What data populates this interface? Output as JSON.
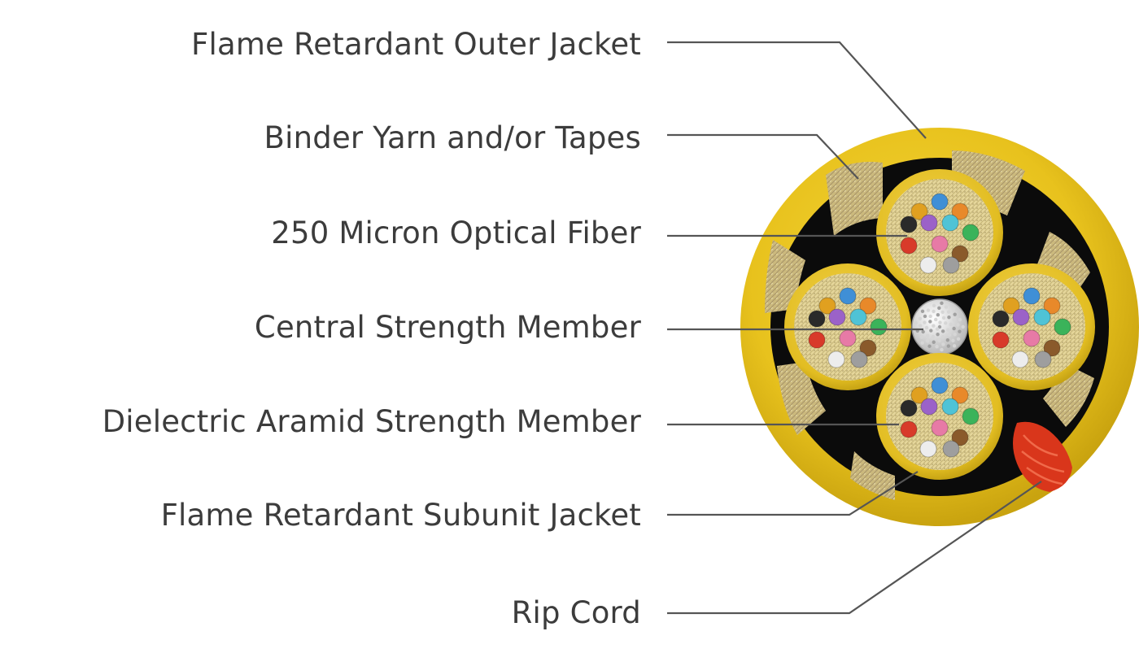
{
  "diagram": {
    "labels": [
      {
        "id": "outer-jacket",
        "text": "Flame Retardant Outer Jacket"
      },
      {
        "id": "binder-yarn",
        "text": "Binder Yarn and/or Tapes"
      },
      {
        "id": "optical-fiber",
        "text": "250 Micron Optical Fiber"
      },
      {
        "id": "central-strength",
        "text": "Central Strength Member"
      },
      {
        "id": "aramid",
        "text": "Dielectric Aramid Strength Member"
      },
      {
        "id": "subunit-jacket",
        "text": "Flame Retardant Subunit Jacket"
      },
      {
        "id": "rip-cord",
        "text": "Rip Cord"
      }
    ]
  },
  "colors": {
    "jacket": "#e8c21d",
    "jacket_dark": "#c9a30f",
    "cavity": "#0b0b0b",
    "yarn": "#c9b77a",
    "leader": "#555555",
    "text": "#3c3c3c",
    "rip_cord": "#d9361b"
  },
  "fiber_colors": [
    "#3f8fd6",
    "#e8892a",
    "#3bb35a",
    "#8a5a2b",
    "#9e9e9e",
    "#ededed",
    "#d83a2a",
    "#2a2a2a",
    "#e0a020",
    "#9b62c8",
    "#4fc3d6",
    "#e77aa6"
  ]
}
